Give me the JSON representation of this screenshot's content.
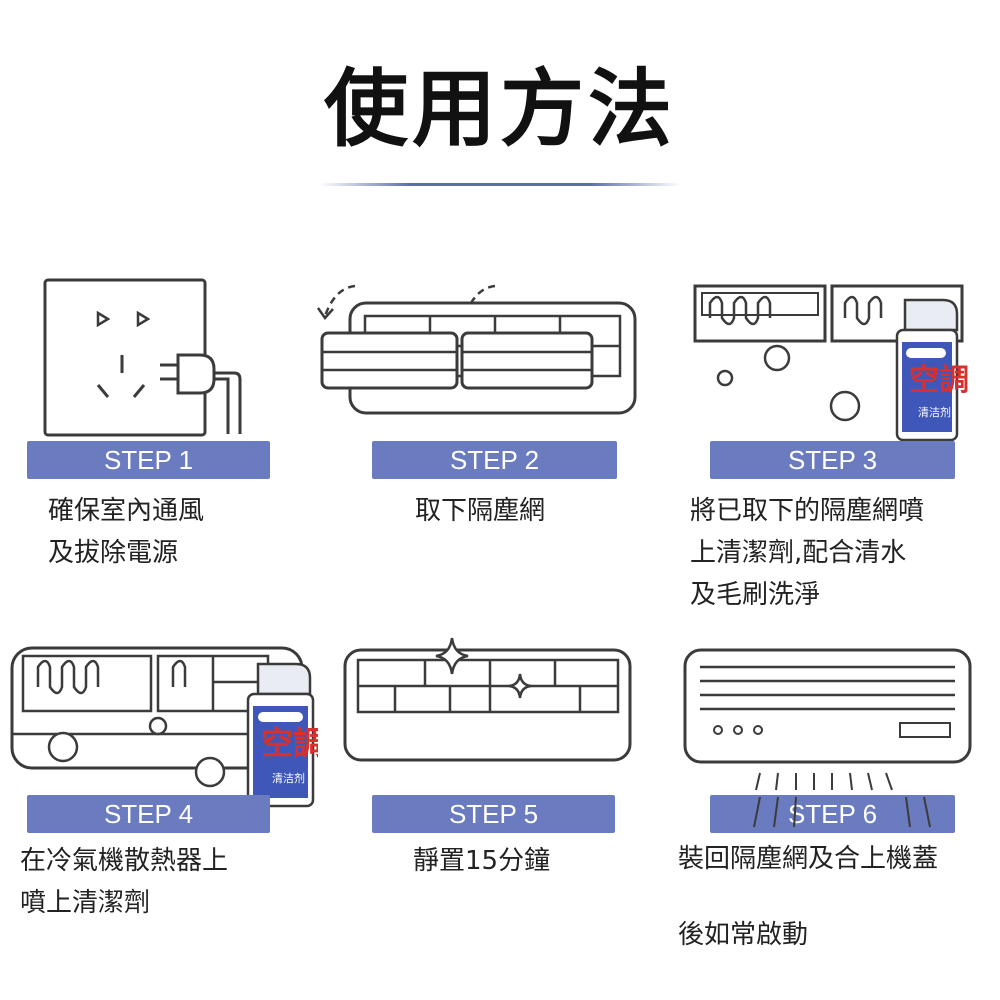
{
  "title": "使用方法",
  "steps": [
    {
      "label": "STEP 1",
      "text": "確保室內通風\n及拔除電源"
    },
    {
      "label": "STEP 2",
      "text": "取下隔塵網"
    },
    {
      "label": "STEP 3",
      "text": "將已取下的隔塵網噴\n上清潔劑,配合清水\n及毛刷洗淨"
    },
    {
      "label": "STEP 4",
      "text": "在冷氣機散熱器上\n噴上清潔劑"
    },
    {
      "label": "STEP 5",
      "text": "靜置15分鐘"
    },
    {
      "label": "STEP 6",
      "text": "裝回隔塵網及合上機蓋\n\n後如常啟動"
    }
  ],
  "product": {
    "name": "空調",
    "subname": "清洁剂"
  },
  "colors": {
    "bar": "#6b7bbf",
    "line": "#3b3b3b",
    "accent": "#3f57b8",
    "red": "#d8302b"
  }
}
